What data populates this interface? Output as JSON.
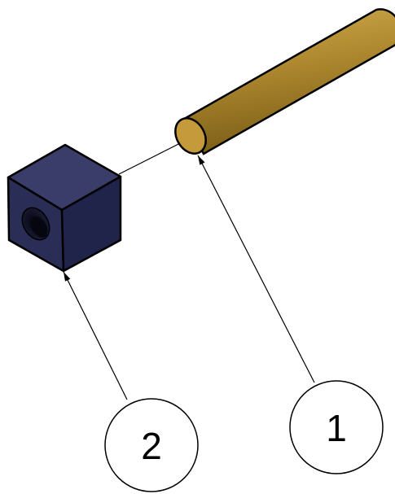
{
  "parts": [
    {
      "item_number": "1",
      "name": "rod",
      "color": "#b08a30"
    },
    {
      "item_number": "2",
      "name": "block",
      "color": "#2a2d55"
    }
  ],
  "colors": {
    "rod_light": "#d2ad4f",
    "rod_mid": "#b08a30",
    "rod_dark": "#7a5d16",
    "rod_end": "#c49a3a",
    "block_top": "#3a3d6a",
    "block_front": "#2a2d55",
    "block_side": "#20234a",
    "hole": "#0f1020",
    "outline": "#000000",
    "balloon_fill": "#ffffff"
  }
}
